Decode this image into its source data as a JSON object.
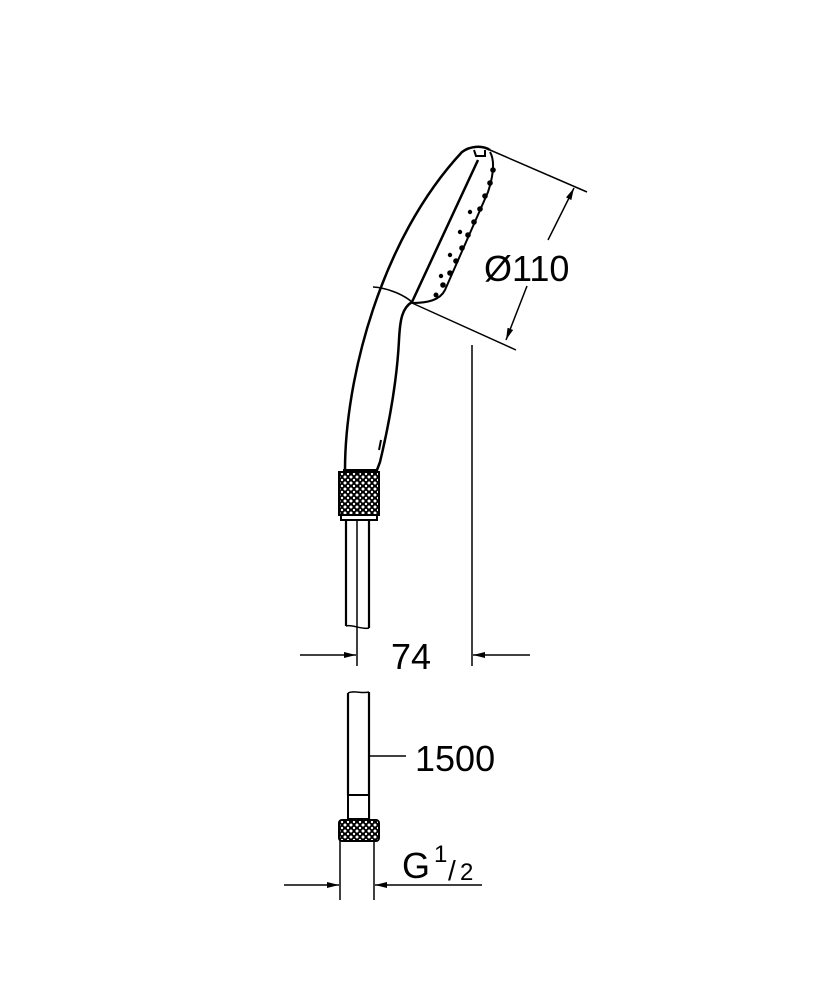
{
  "drawing": {
    "subject": "Hand shower with hose — technical dimension drawing",
    "dimensions": {
      "head_diameter": "Ø110",
      "head_depth": "74",
      "hose_length": "1500",
      "thread_main": "G",
      "thread_num": "1",
      "thread_den": "2"
    },
    "colors": {
      "line": "#000000",
      "background": "#ffffff"
    }
  }
}
